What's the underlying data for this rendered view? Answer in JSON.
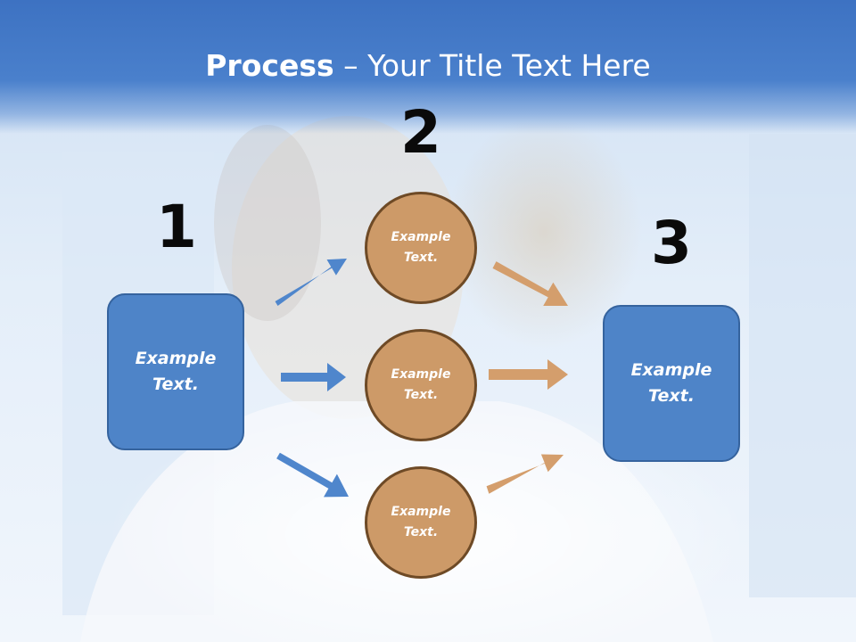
{
  "title": {
    "bold": "Process",
    "rest": " – Your Title Text Here"
  },
  "steps": {
    "one": "1",
    "two": "2",
    "three": "3"
  },
  "box_left": {
    "line1": "Example",
    "line2": "Text."
  },
  "box_right": {
    "line1": "Example",
    "line2": "Text."
  },
  "circles": [
    {
      "line1": "Example",
      "line2": "Text."
    },
    {
      "line1": "Example",
      "line2": "Text."
    },
    {
      "line1": "Example",
      "line2": "Text."
    }
  ],
  "colors": {
    "blue": "#4e84c8",
    "orange": "#cd9a68",
    "title_bar": "#4a80cc"
  }
}
